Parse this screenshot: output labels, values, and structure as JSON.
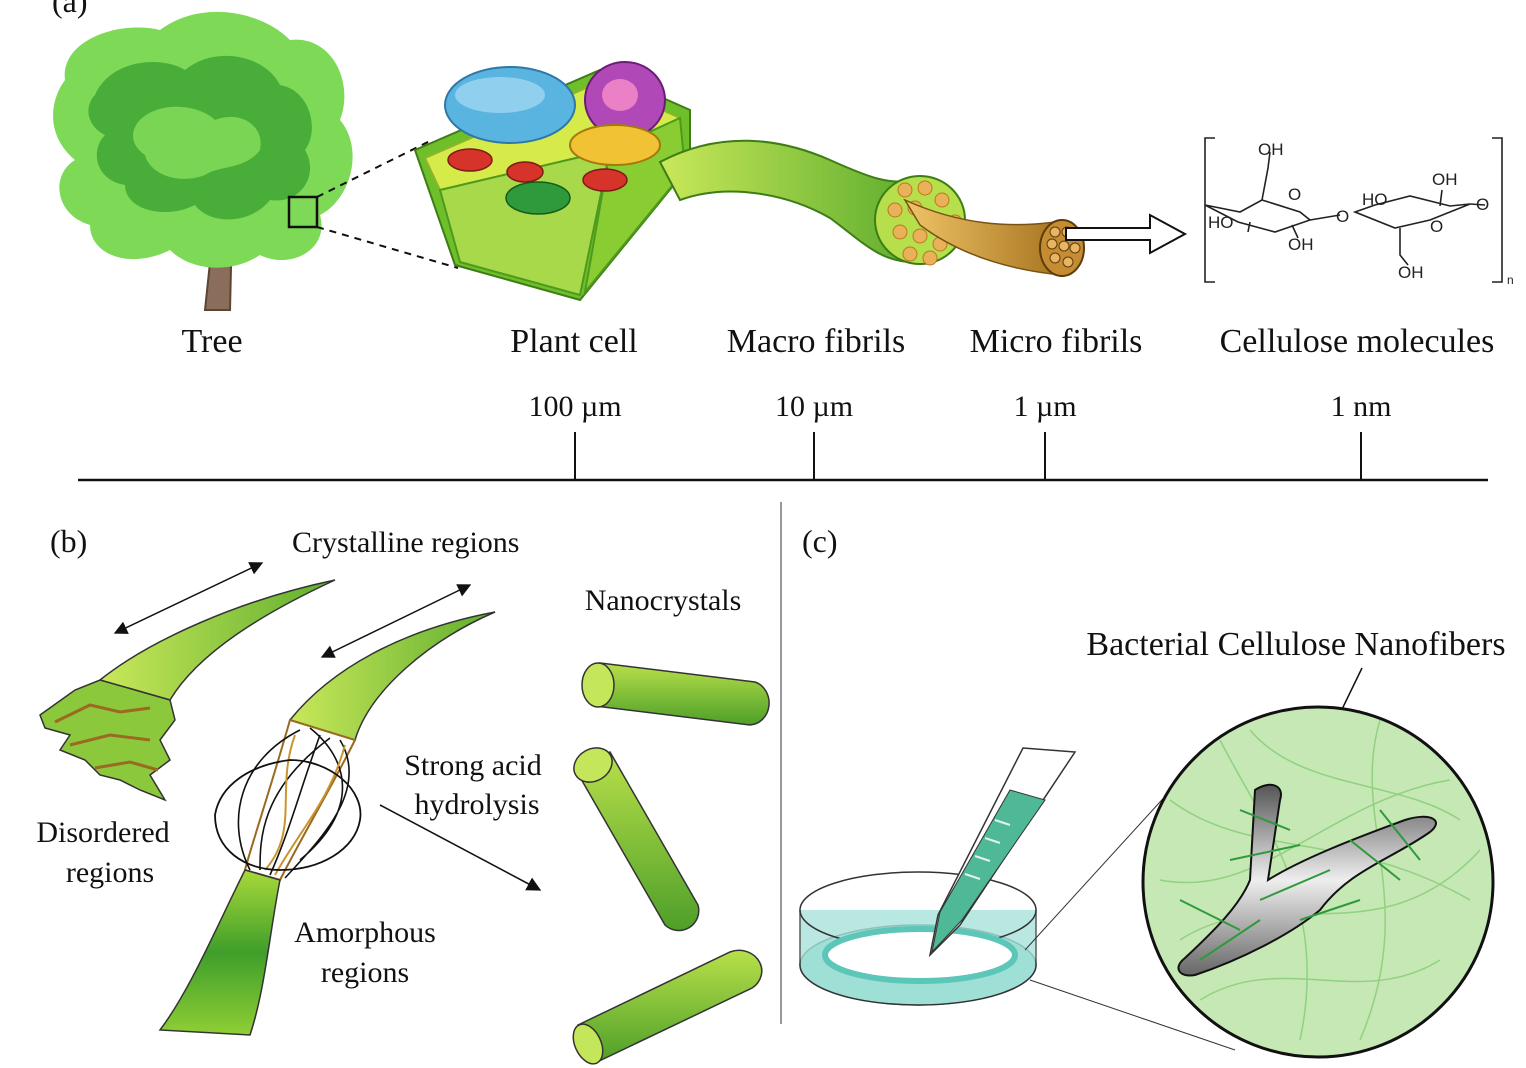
{
  "panels": {
    "a": "(a)",
    "b": "(b)",
    "c": "(c)"
  },
  "hierarchy": {
    "labels": [
      "Tree",
      "Plant cell",
      "Macro fibrils",
      "Micro fibrils",
      "Cellulose molecules"
    ],
    "scale_ticks": [
      "100 µm",
      "10 µm",
      "1 µm",
      "1 nm"
    ]
  },
  "chemistry": {
    "oh": "OH",
    "ho": "HO",
    "o": "O",
    "n": "n"
  },
  "panel_b": {
    "crystalline": "Crystalline regions",
    "disordered_1": "Disordered",
    "disordered_2": "regions",
    "amorphous_1": "Amorphous",
    "amorphous_2": "regions",
    "acid_1": "Strong acid",
    "acid_2": "hydrolysis",
    "nanocrystals": "Nanocrystals"
  },
  "panel_c": {
    "bacterial": "Bacterial Cellulose Nanofibers"
  },
  "colors": {
    "leaf_light": "#7ed957",
    "leaf_dark": "#3fa535",
    "trunk": "#8a6d5a",
    "fibril_green": "#9bd23c",
    "fibril_gold": "#c9962e",
    "teal": "#5cc6b8",
    "circle_bg": "#c5e8b5"
  }
}
